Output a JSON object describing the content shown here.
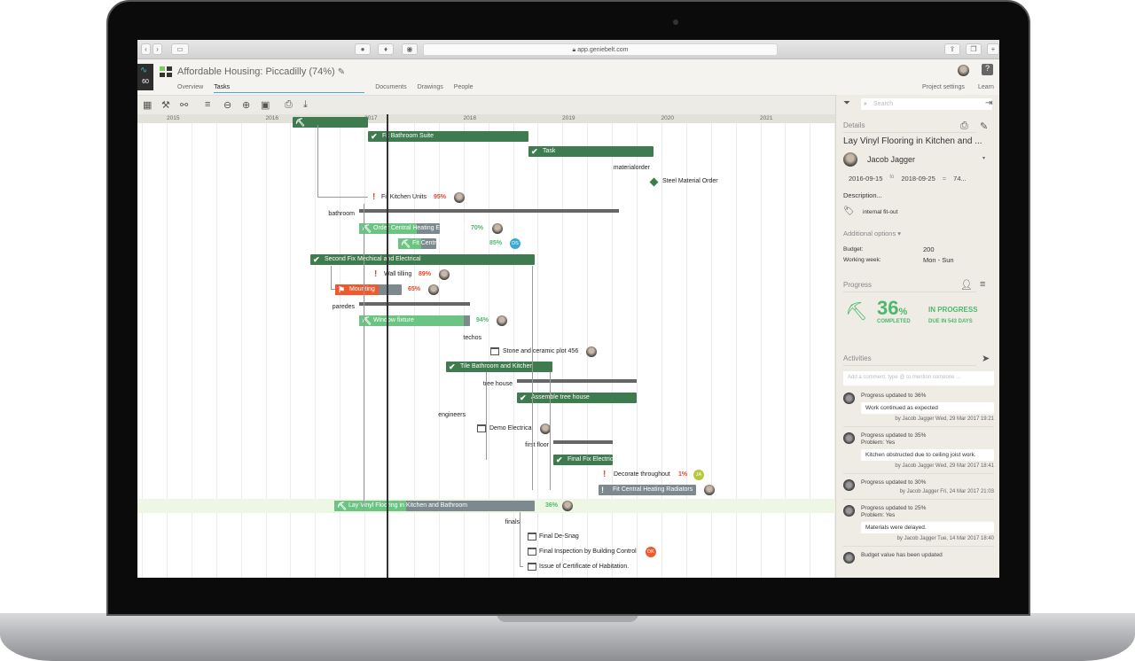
{
  "browser": {
    "url": "app.geniebelt.com"
  },
  "app": {
    "pulse_count": "60",
    "title": "Affordable Housing: Piccadilly (74%)",
    "nav": [
      "Overview",
      "Tasks",
      "Documents",
      "Drawings",
      "People"
    ],
    "active_tab": "Tasks",
    "project_settings": "Project settings",
    "learn": "Learn"
  },
  "timeline": {
    "years": [
      "2015",
      "2016",
      "2017",
      "2018",
      "2019",
      "2020",
      "2021"
    ]
  },
  "tasks": [
    {
      "name": ""
    },
    {
      "name": "Fit Bathroom Suite",
      "status": "done"
    },
    {
      "name": "Task",
      "status": "done"
    },
    {
      "name": "materialorder",
      "kind": "group"
    },
    {
      "name": "Steel Material Order",
      "kind": "milestone"
    },
    {
      "name": "Fit Kitchen Units",
      "pct": "95%",
      "status": "alert"
    },
    {
      "name": "bathroom",
      "kind": "group"
    },
    {
      "name": "Order Central Heating Equipment",
      "pct": "70%"
    },
    {
      "name": "Fit Central Heating Boiler",
      "pct": "85%",
      "initials": "DS"
    },
    {
      "name": "Second Fix Mechical and Electrical",
      "status": "done"
    },
    {
      "name": "Wall tilling",
      "pct": "89%",
      "status": "alert"
    },
    {
      "name": "Mounting",
      "pct": "65%",
      "status": "late"
    },
    {
      "name": "paredes",
      "kind": "group"
    },
    {
      "name": "Window fixture",
      "pct": "94%"
    },
    {
      "name": "techos",
      "kind": "group"
    },
    {
      "name": "Stone and ceramic plot 456",
      "kind": "todo"
    },
    {
      "name": "Tile Bathroom and Kitchen",
      "status": "done"
    },
    {
      "name": "tree house",
      "kind": "group"
    },
    {
      "name": "Assemble tree house",
      "status": "done"
    },
    {
      "name": "engineers",
      "kind": "group"
    },
    {
      "name": "Demo Electrical",
      "kind": "todo"
    },
    {
      "name": "first floor",
      "kind": "group"
    },
    {
      "name": "Final Fix Electrical",
      "status": "done"
    },
    {
      "name": "Decorate throughout",
      "pct": "1%",
      "initials": "JA",
      "status": "alert"
    },
    {
      "name": "Fit Central Heating Radiators",
      "status": "blocked"
    },
    {
      "name": "Lay Vinyl Flooring in Kitchen and Bathroom",
      "pct": "36%",
      "selected": true
    },
    {
      "name": "finals",
      "kind": "group"
    },
    {
      "name": "Final De-Snag",
      "kind": "todo"
    },
    {
      "name": "Final Inspection by Building Control",
      "kind": "todo",
      "initials": "DK"
    },
    {
      "name": "Issue of Certificate of Habitation.",
      "kind": "todo"
    }
  ],
  "panel": {
    "search_placeholder": "Search",
    "details_heading": "Details",
    "task_title": "Lay Vinyl Flooring in Kitchen and ...",
    "assignee": "Jacob Jagger",
    "start": "2016-09-15",
    "to": "to",
    "end": "2018-09-25",
    "eq": "=",
    "duration": "74...",
    "description": "Description...",
    "tag": "internal fit-out",
    "additional": "Additional options",
    "budget_label": "Budget:",
    "budget": "200",
    "week_label": "Working week:",
    "week": "Mon - Sun",
    "progress_heading": "Progress",
    "pct": "36",
    "pct_sign": "%",
    "completed": "COMPLETED",
    "status": "IN PROGRESS",
    "due": "DUE IN 543 DAYS",
    "activities_heading": "Activities",
    "comment_placeholder": "Add a comment, type @ to mention someone ...",
    "activities": [
      {
        "text": "Progress updated to 36%",
        "note": "Work continued as expected",
        "by": "by Jacob Jagger Wed, 29 Mar 2017 19:21"
      },
      {
        "text": "Progress updated to 35%",
        "problem": "Problem: Yes",
        "note": "Kitchen obstructed due to ceiling joist work.",
        "by": "by Jacob Jagger Wed, 29 Mar 2017 18:41"
      },
      {
        "text": "Progress updated to 30%",
        "by": "by Jacob Jagger Fri, 24 Mar 2017 21:03"
      },
      {
        "text": "Progress updated to 25%",
        "problem": "Problem: Yes",
        "note": "Materials were delayed.",
        "by": "by Jacob Jagger Tue, 14 Mar 2017 18:40"
      },
      {
        "text": "Budget value has been updated"
      }
    ]
  },
  "colors": {
    "dark": "#3e7b4f",
    "light": "#6cc483",
    "gray": "#7c8a90",
    "orange": "#ee5a2f",
    "red": "#e8452a",
    "green_text": "#4cb86b"
  }
}
